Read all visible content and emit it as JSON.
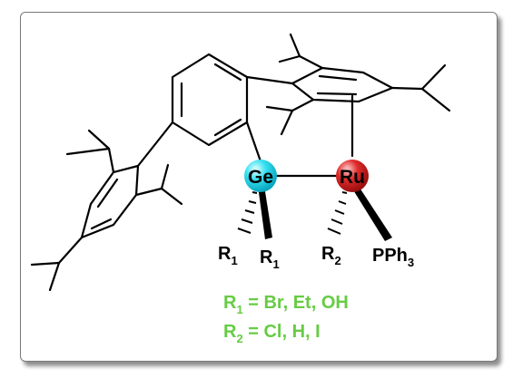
{
  "atoms": {
    "germanium": "Ge",
    "ruthenium": "Ru",
    "r1_left": "R",
    "r1_left_sub": "1",
    "r1_right": "R",
    "r1_right_sub": "1",
    "r2": "R",
    "r2_sub": "2",
    "pph3": "PPh",
    "pph3_sub": "3"
  },
  "legend": {
    "line1_r": "R",
    "line1_sub": "1",
    "line1_text": " = Br, Et, OH",
    "line2_r": "R",
    "line2_sub": "2",
    "line2_text": " = Cl, H, I"
  },
  "colors": {
    "germanium_sphere": "#33e0f0",
    "ruthenium_sphere": "#e02a2a",
    "legend_text": "#66cc44",
    "bonds": "#000000"
  }
}
